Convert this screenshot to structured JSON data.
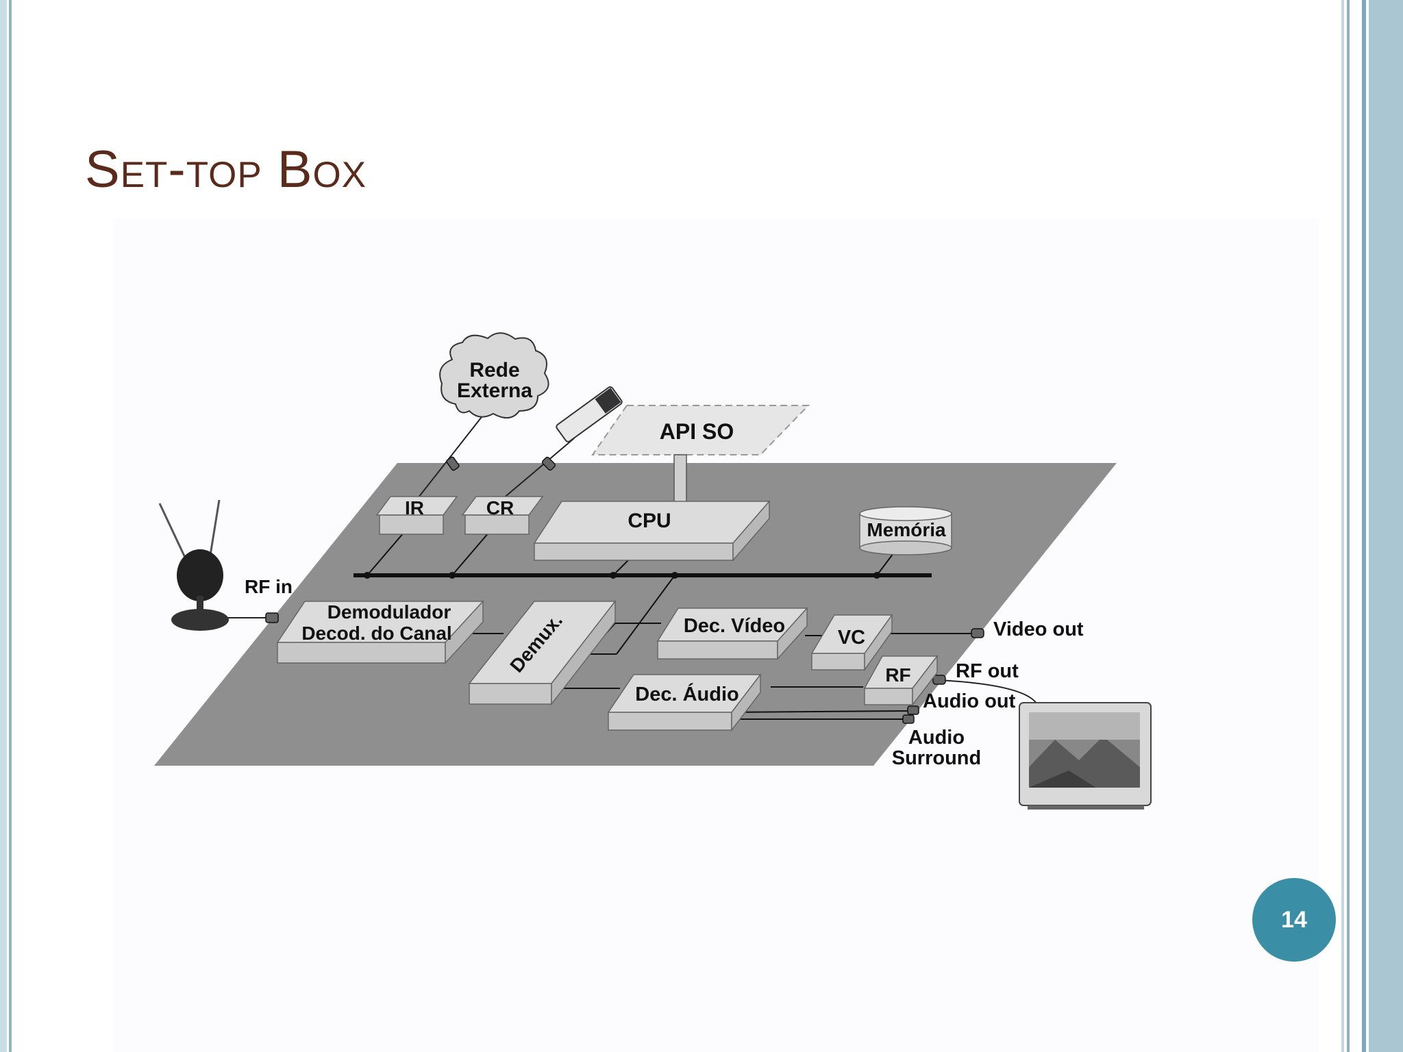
{
  "slide": {
    "title": "Set-top Box",
    "page_number": "14"
  },
  "diagram": {
    "cloud_line1": "Rede",
    "cloud_line2": "Externa",
    "api": "API SO",
    "ir": "IR",
    "cr": "CR",
    "cpu": "CPU",
    "memory": "Memória",
    "rf_in": "RF in",
    "demod_line1": "Demodulador",
    "demod_line2": "Decod. do Canal",
    "demux": "Demux.",
    "dec_video": "Dec. Vídeo",
    "vc": "VC",
    "rf": "RF",
    "dec_audio": "Dec. Áudio",
    "video_out": "Video out",
    "rf_out": "RF out",
    "audio_out": "Audio out",
    "surround_line1": "Audio",
    "surround_line2": "Surround"
  }
}
